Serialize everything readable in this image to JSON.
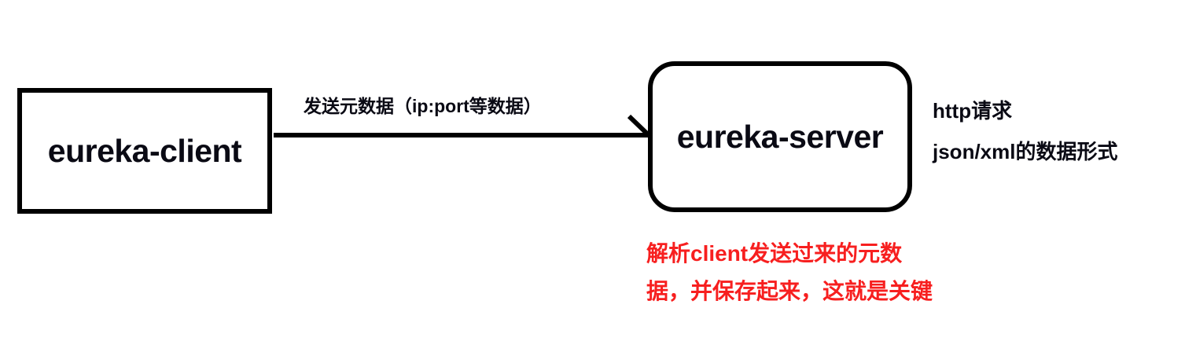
{
  "diagram": {
    "title": "eureka-client to eureka-server metadata registration",
    "nodes": [
      {
        "id": "eureka-client",
        "label": "eureka-client",
        "shape": "rectangle"
      },
      {
        "id": "eureka-server",
        "label": "eureka-server",
        "shape": "rounded-rectangle"
      }
    ],
    "edges": [
      {
        "from": "eureka-client",
        "to": "eureka-server",
        "label": "发送元数据（ip:port等数据）",
        "style": "solid-arrow"
      }
    ],
    "annotations": [
      {
        "id": "right-note-1",
        "text": "http请求",
        "color": "#0a0a14"
      },
      {
        "id": "right-note-2",
        "text": "json/xml的数据形式",
        "color": "#0a0a14"
      },
      {
        "id": "red-note-1",
        "text": "解析client发送过来的元数",
        "color": "#f71f1f"
      },
      {
        "id": "red-note-2",
        "text": "据，并保存起来，这就是关键",
        "color": "#f71f1f"
      }
    ],
    "colors": {
      "stroke": "#000000",
      "text": "#0a0a14",
      "highlight": "#f71f1f",
      "background": "#ffffff"
    }
  }
}
